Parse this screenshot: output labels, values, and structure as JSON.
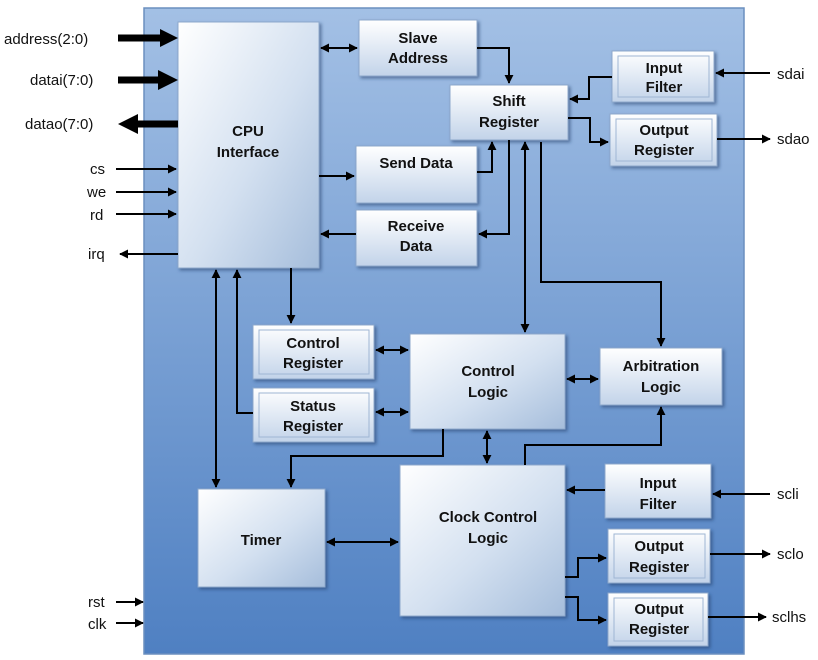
{
  "colors": {
    "background_top": "#9fbde3",
    "background_bottom": "#4d7fc1",
    "block_light": "#ffffff",
    "block_dark": "#a6bedb",
    "wire": "#000000"
  },
  "blocks": {
    "cpu_interface": [
      "CPU",
      "Interface"
    ],
    "slave_address": [
      "Slave",
      "Address"
    ],
    "shift_register": [
      "Shift",
      "Register"
    ],
    "send_data": [
      "Send Data"
    ],
    "receive_data": [
      "Receive",
      "Data"
    ],
    "input_filter_sda": [
      "Input",
      "Filter"
    ],
    "output_register_sda": [
      "Output",
      "Register"
    ],
    "control_register": [
      "Control",
      "Register"
    ],
    "status_register": [
      "Status",
      "Register"
    ],
    "control_logic": [
      "Control",
      "Logic"
    ],
    "arbitration_logic": [
      "Arbitration",
      "Logic"
    ],
    "timer": [
      "Timer"
    ],
    "clock_control_logic": [
      "Clock Control",
      "Logic"
    ],
    "input_filter_scl": [
      "Input",
      "Filter"
    ],
    "output_register_sclo": [
      "Output",
      "Register"
    ],
    "output_register_sclhs": [
      "Output",
      "Register"
    ]
  },
  "signals": {
    "address": "address(2:0)",
    "datai": "datai(7:0)",
    "datao": "datao(7:0)",
    "cs": "cs",
    "we": "we",
    "rd": "rd",
    "irq": "irq",
    "rst": "rst",
    "clk": "clk",
    "sdai": "sdai",
    "sdao": "sdao",
    "scli": "scli",
    "sclo": "sclo",
    "sclhs": "sclhs"
  }
}
